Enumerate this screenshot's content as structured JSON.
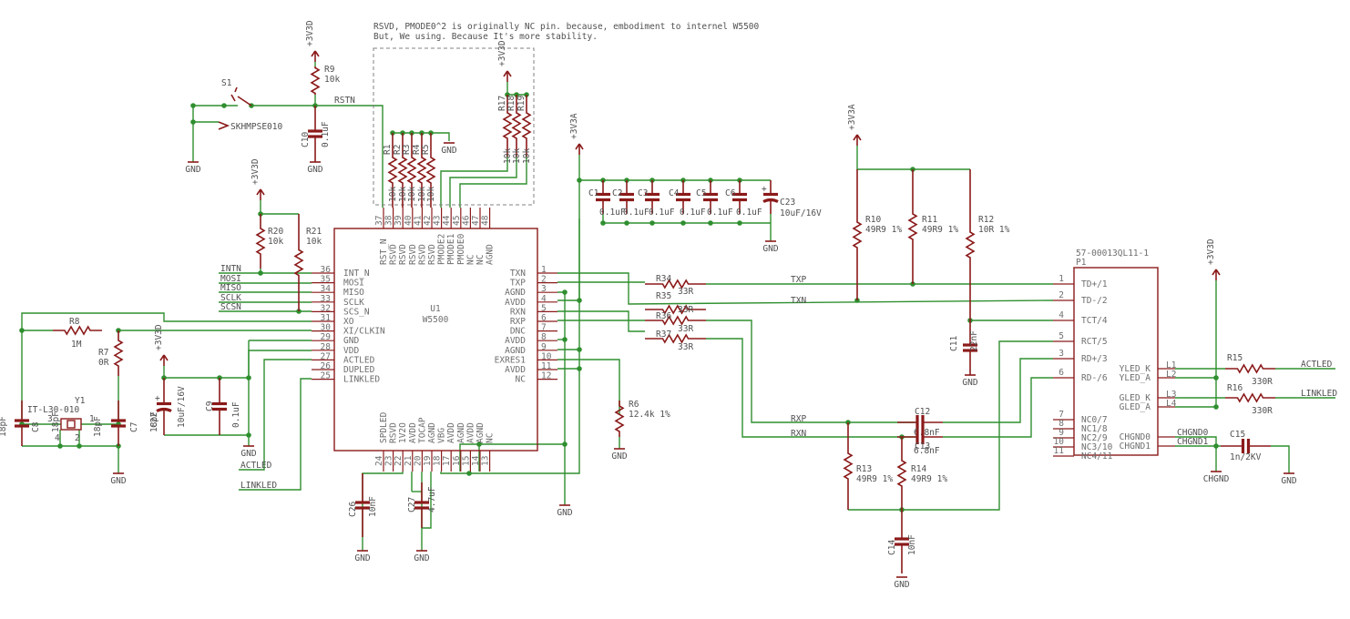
{
  "note": {
    "line1": "RSVD, PMODE0^2 is originally NC pin. because, embodiment to internel W5500",
    "line2": "But, We using. Because It's more stability."
  },
  "u1": {
    "ref": "U1",
    "value": "W5500",
    "left_pins": [
      {
        "num": "36",
        "name": "INT_N"
      },
      {
        "num": "35",
        "name": "MOSI"
      },
      {
        "num": "34",
        "name": "MISO"
      },
      {
        "num": "33",
        "name": "SCLK"
      },
      {
        "num": "32",
        "name": "SCS_N"
      },
      {
        "num": "31",
        "name": "XO"
      },
      {
        "num": "30",
        "name": "XI/CLKIN"
      },
      {
        "num": "29",
        "name": "GND"
      },
      {
        "num": "28",
        "name": "VDD"
      },
      {
        "num": "27",
        "name": "ACTLED"
      },
      {
        "num": "26",
        "name": "DUPLED"
      },
      {
        "num": "25",
        "name": "LINKLED"
      }
    ],
    "right_pins": [
      {
        "num": "1",
        "name": "TXN"
      },
      {
        "num": "2",
        "name": "TXP"
      },
      {
        "num": "3",
        "name": "AGND"
      },
      {
        "num": "4",
        "name": "AVDD"
      },
      {
        "num": "5",
        "name": "RXN"
      },
      {
        "num": "6",
        "name": "RXP"
      },
      {
        "num": "7",
        "name": "DNC"
      },
      {
        "num": "8",
        "name": "AVDD"
      },
      {
        "num": "9",
        "name": "AGND"
      },
      {
        "num": "10",
        "name": "EXRES1"
      },
      {
        "num": "11",
        "name": "AVDD"
      },
      {
        "num": "12",
        "name": "NC"
      }
    ],
    "top_pins": [
      {
        "num": "37",
        "name": "RST_N"
      },
      {
        "num": "38",
        "name": "RSVD"
      },
      {
        "num": "39",
        "name": "RSVD"
      },
      {
        "num": "40",
        "name": "RSVD"
      },
      {
        "num": "41",
        "name": "RSVD"
      },
      {
        "num": "42",
        "name": "RSVD"
      },
      {
        "num": "43",
        "name": "PMODE2"
      },
      {
        "num": "44",
        "name": "PMODE1"
      },
      {
        "num": "45",
        "name": "PMODE0"
      },
      {
        "num": "46",
        "name": "NC"
      },
      {
        "num": "47",
        "name": "NC"
      },
      {
        "num": "48",
        "name": "AGND"
      }
    ],
    "bottom_pins": [
      {
        "num": "24",
        "name": "SPDLED"
      },
      {
        "num": "23",
        "name": "RSVD"
      },
      {
        "num": "22",
        "name": "1V2O"
      },
      {
        "num": "21",
        "name": "AVDD"
      },
      {
        "num": "20",
        "name": "TOCAP"
      },
      {
        "num": "19",
        "name": "AGND"
      },
      {
        "num": "18",
        "name": "VBG"
      },
      {
        "num": "17",
        "name": "AVDD"
      },
      {
        "num": "16",
        "name": "AGND"
      },
      {
        "num": "15",
        "name": "AVDD"
      },
      {
        "num": "14",
        "name": "AGND"
      },
      {
        "num": "13",
        "name": "NC"
      }
    ]
  },
  "p1": {
    "ref": "P1",
    "value": "57-00013QL11-1",
    "left_pins": [
      {
        "num": "1",
        "name": "TD+/1"
      },
      {
        "num": "2",
        "name": "TD-/2"
      },
      {
        "num": "4",
        "name": "TCT/4"
      },
      {
        "num": "5",
        "name": "RCT/5"
      },
      {
        "num": "3",
        "name": "RD+/3"
      },
      {
        "num": "6",
        "name": "RD-/6"
      },
      {
        "num": "7",
        "name": "NC0/7"
      },
      {
        "num": "8",
        "name": "NC1/8"
      },
      {
        "num": "9",
        "name": "NC2/9"
      },
      {
        "num": "10",
        "name": "NC3/10"
      },
      {
        "num": "11",
        "name": "NC4/11"
      }
    ],
    "right_labels": [
      {
        "name": "YLED_K",
        "pin": "L1"
      },
      {
        "name": "YLED_A",
        "pin": "L2"
      },
      {
        "name": "GLED_K",
        "pin": "L3"
      },
      {
        "name": "GLED_A",
        "pin": "L4"
      },
      {
        "name": "CHGND0",
        "pin": "CHGND0"
      },
      {
        "name": "CHGND1",
        "pin": "CHGND1"
      }
    ]
  },
  "resistors": [
    {
      "ref": "R9",
      "value": "10k"
    },
    {
      "ref": "R1",
      "value": "10k"
    },
    {
      "ref": "R2",
      "value": "10k"
    },
    {
      "ref": "R3",
      "value": "10k"
    },
    {
      "ref": "R4",
      "value": "10k"
    },
    {
      "ref": "R5",
      "value": "10k"
    },
    {
      "ref": "R17",
      "value": "10k"
    },
    {
      "ref": "R18",
      "value": "10k"
    },
    {
      "ref": "R19",
      "value": "10k"
    },
    {
      "ref": "R20",
      "value": "10k"
    },
    {
      "ref": "R21",
      "value": "10k"
    },
    {
      "ref": "R8",
      "value": "1M"
    },
    {
      "ref": "R7",
      "value": "0R"
    },
    {
      "ref": "R6",
      "value": "12.4k 1%"
    },
    {
      "ref": "R34",
      "value": "33R"
    },
    {
      "ref": "R35",
      "value": "33R"
    },
    {
      "ref": "R36",
      "value": "33R"
    },
    {
      "ref": "R37",
      "value": "33R"
    },
    {
      "ref": "R10",
      "value": "49R9 1%"
    },
    {
      "ref": "R11",
      "value": "49R9 1%"
    },
    {
      "ref": "R12",
      "value": "10R 1%"
    },
    {
      "ref": "R13",
      "value": "49R9 1%"
    },
    {
      "ref": "R14",
      "value": "49R9 1%"
    },
    {
      "ref": "R15",
      "value": "330R"
    },
    {
      "ref": "R16",
      "value": "330R"
    }
  ],
  "capacitors": [
    {
      "ref": "C10",
      "value": "0.1uF"
    },
    {
      "ref": "C1",
      "value": "0.1uF"
    },
    {
      "ref": "C2",
      "value": "0.1uF"
    },
    {
      "ref": "C3",
      "value": "0.1uF"
    },
    {
      "ref": "C4",
      "value": "0.1uF"
    },
    {
      "ref": "C5",
      "value": "0.1uF"
    },
    {
      "ref": "C6",
      "value": "0.1uF"
    },
    {
      "ref": "C23",
      "value": "10uF/16V"
    },
    {
      "ref": "C22",
      "value": "10uF/16V"
    },
    {
      "ref": "C9",
      "value": "0.1uF"
    },
    {
      "ref": "C8",
      "value": "18pF"
    },
    {
      "ref": "C7",
      "value": "18pF"
    },
    {
      "ref": "C26",
      "value": "10nF"
    },
    {
      "ref": "C27",
      "value": "4.7uF"
    },
    {
      "ref": "C11",
      "value": "22nF"
    },
    {
      "ref": "C12",
      "value": "6.8nF"
    },
    {
      "ref": "C13",
      "value": "6.8nF"
    },
    {
      "ref": "C14",
      "value": "10nF"
    },
    {
      "ref": "C15",
      "value": "1n/2KV"
    }
  ],
  "switch": {
    "ref": "S1",
    "value": "SKHMPSE010"
  },
  "crystal": {
    "ref": "Y1",
    "value": "IT-L30-010",
    "pins": [
      "3",
      "4",
      "2",
      "1"
    ]
  },
  "power": {
    "v3d": "+3V3D",
    "v3a": "+3V3A",
    "gnd": "GND",
    "chgnd": "CHGND"
  },
  "nets": {
    "rstn": "RSTN",
    "intn": "INTN",
    "mosi": "MOSI",
    "miso": "MISO",
    "sclk": "SCLK",
    "scsn": "SCSN",
    "txp": "TXP",
    "txn": "TXN",
    "rxp": "RXP",
    "rxn": "RXN",
    "actled": "ACTLED",
    "linkled": "LINKLED",
    "chgnd0": "CHGND0",
    "chgnd1": "CHGND1"
  }
}
